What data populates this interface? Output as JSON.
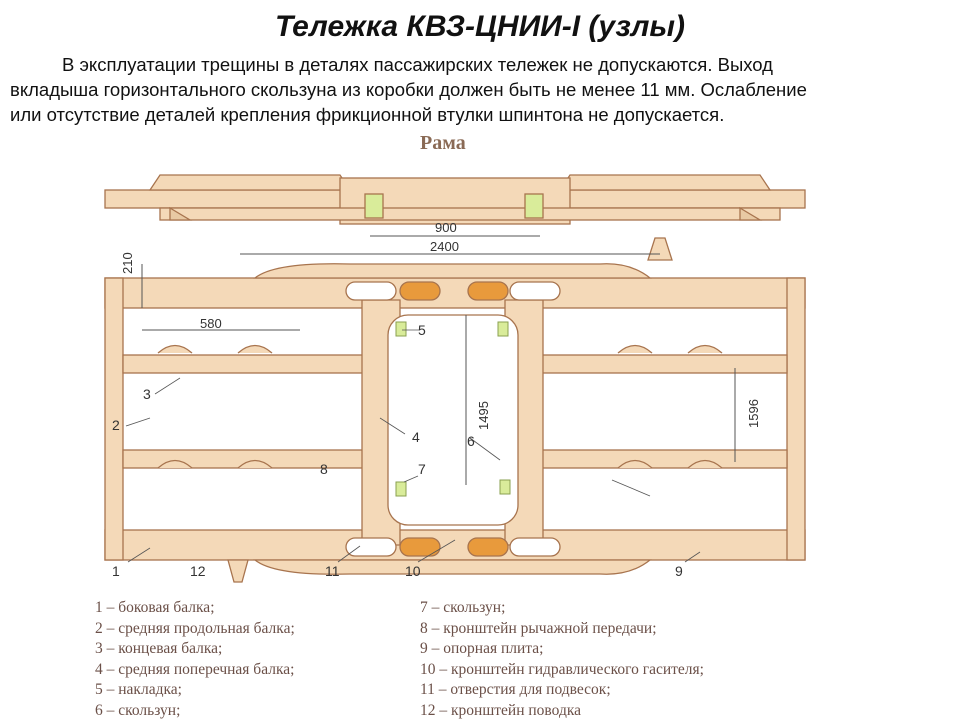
{
  "title": "Тележка КВЗ-ЦНИИ-I (узлы)",
  "intro_lines": [
    "В эксплуатации трещины в деталях пассажирских тележек не допускаются. Выход",
    "вкладыша горизонтального скользуна из коробки должен быть не менее 11 мм. Ослабление",
    "или отсутствие деталей крепления фрикционной втулки шпинтона не допускается."
  ],
  "diagram_heading": "Рама",
  "dimensions": [
    "900",
    "2400",
    "210",
    "580",
    "1495",
    "1596"
  ],
  "callouts": [
    "1",
    "2",
    "3",
    "4",
    "5",
    "6",
    "7",
    "8",
    "9",
    "10",
    "11",
    "12"
  ],
  "legend_left": [
    "1 – боковая балка;",
    "2 – средняя продольная балка;",
    "3 – концевая балка;",
    "4 – средняя поперечная балка;",
    "5 – накладка;",
    "6 – скользун;"
  ],
  "legend_right": [
    "7 – скользун;",
    "8 – кронштейн рычажной передачи;",
    "9 – опорная плита;",
    "10 – кронштейн гидравлического гасителя;",
    "11 – отверстия для подвесок;",
    "12 – кронштейн поводка"
  ],
  "colors": {
    "frame_fill": "#f4d9b8",
    "frame_stroke": "#a8744e",
    "slider_fill": "#e89a3c",
    "pad_fill": "#d9ec9a",
    "dimension_line": "#555555",
    "legend_text": "#6b5048"
  }
}
